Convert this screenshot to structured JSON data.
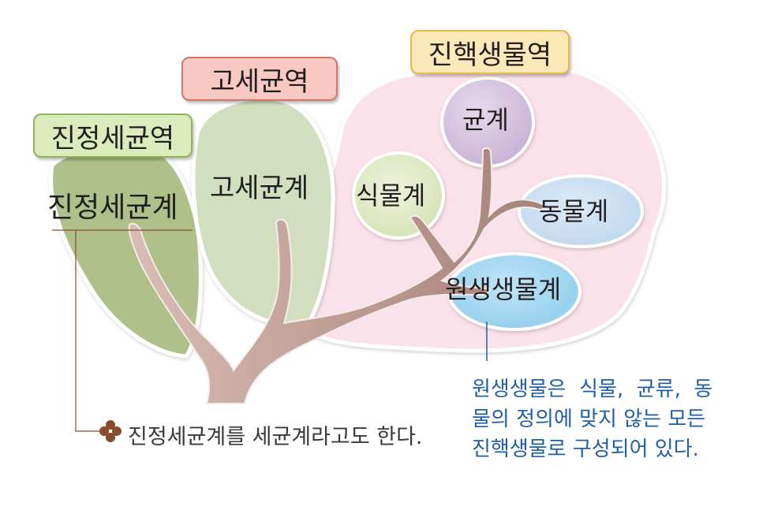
{
  "domains": [
    {
      "id": "eukarya",
      "label": "진핵생물역",
      "fill": "#fde9b8",
      "border": "#e7b84e"
    },
    {
      "id": "archaea",
      "label": "고세균역",
      "fill": "#f8c9c2",
      "border": "#d9736b"
    },
    {
      "id": "bacteria",
      "label": "진정세균역",
      "fill": "#dcebbc",
      "border": "#8fb35a"
    }
  ],
  "kingdoms": {
    "bacteria": "진정세균계",
    "archaea": "고세균계",
    "plant": "식물계",
    "fungi": "균계",
    "animal": "동물계",
    "protist": "원생생물계"
  },
  "notes": {
    "protist": "원생생물은  식물,  균류,  동\n물의 정의에 맞지 않는 모든\n진핵생물로 구성되어 있다.",
    "bacteria": "진정세균계를 세균계라고도 한다."
  },
  "colors": {
    "bacteria_leaf": "#afc08a",
    "archaea_leaf": "#d2dfbe",
    "eukarya_region": "#fbe1ea",
    "plant": "#e3eccb",
    "fungi": "#d8c6e0",
    "animal": "#cfe2f3",
    "protist": "#a8d7f0",
    "trunk": "#c9a9a1",
    "note_text": "#1f5fa8",
    "marker": "#8a4b2c"
  }
}
